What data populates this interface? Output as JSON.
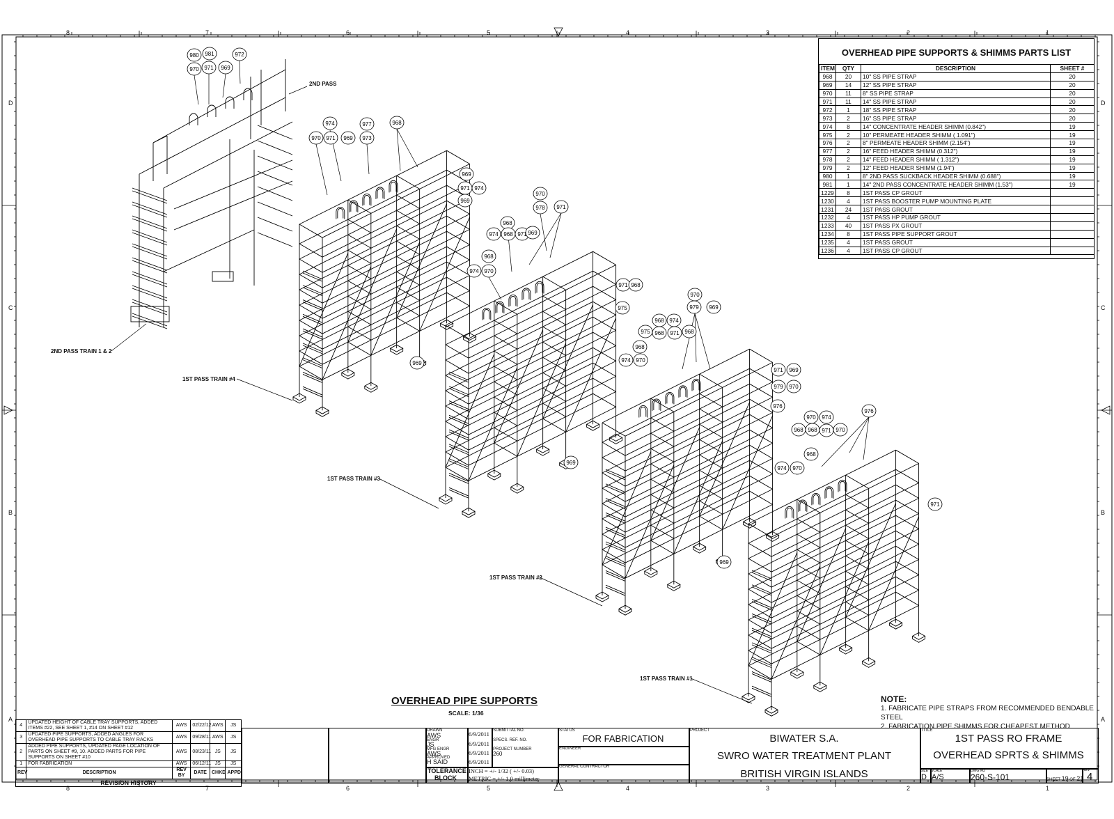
{
  "border": {
    "column_numbers": [
      "8",
      "7",
      "6",
      "5",
      "4",
      "3",
      "2",
      "1"
    ],
    "row_letters": [
      "D",
      "C",
      "B",
      "A"
    ]
  },
  "parts_list": {
    "title": "OVERHEAD PIPE SUPPORTS & SHIMMS PARTS LIST",
    "headers": [
      "ITEM",
      "QTY",
      "DESCRIPTION",
      "SHEET #"
    ],
    "rows": [
      [
        "968",
        "20",
        "10\" SS PIPE STRAP",
        "20"
      ],
      [
        "969",
        "14",
        "12\" SS PIPE STRAP",
        "20"
      ],
      [
        "970",
        "11",
        "8\" SS PIPE STRAP",
        "20"
      ],
      [
        "971",
        "11",
        "14\" SS PIPE STRAP",
        "20"
      ],
      [
        "972",
        "1",
        "18\" SS PIPE STRAP",
        "20"
      ],
      [
        "973",
        "2",
        "16\" SS PIPE STRAP",
        "20"
      ],
      [
        "974",
        "8",
        "14\" CONCENTRATE HEADER SHIMM (0.842\")",
        "19"
      ],
      [
        "975",
        "2",
        "10\" PERMEATE HEADER SHIMM ( 1.091\")",
        "19"
      ],
      [
        "976",
        "2",
        "8\" PERMEATE HEADER SHIMM (2.154\")",
        "19"
      ],
      [
        "977",
        "2",
        "16\" FEED HEADER SHIMM (0.312\")",
        "19"
      ],
      [
        "978",
        "2",
        "14\" FEED HEADER SHIMM ( 1.312\")",
        "19"
      ],
      [
        "979",
        "2",
        "12\" FEED HEADER SHIMM (1.94\")",
        "19"
      ],
      [
        "980",
        "1",
        "8\" 2ND PASS SUCKBACK HEADER SHIMM (0.688\")",
        "19"
      ],
      [
        "981",
        "1",
        "14\" 2ND PASS CONCENTRATE HEADER SHIMM (1.53\")",
        "19"
      ],
      [
        "1229",
        "8",
        "1ST PASS CP GROUT",
        ""
      ],
      [
        "1230",
        "4",
        "1ST PASS BOOSTER PUMP MOUNTING PLATE",
        ""
      ],
      [
        "1231",
        "24",
        "1ST PASS GROUT",
        ""
      ],
      [
        "1232",
        "4",
        "1ST PASS HP PUMP GROUT",
        ""
      ],
      [
        "1233",
        "40",
        "1ST PASS PX GROUT",
        ""
      ],
      [
        "1234",
        "8",
        "1ST PASS PIPE SUPPORT GROUT",
        ""
      ],
      [
        "1235",
        "4",
        "1ST PASS GROUT",
        ""
      ],
      [
        "1236",
        "4",
        "1ST PASS CP GROUT",
        ""
      ]
    ]
  },
  "drawing": {
    "title": "OVERHEAD PIPE SUPPORTS",
    "scale": "SCALE: 1/36",
    "labels": {
      "second_pass": "2ND PASS",
      "second_pass_train": "2ND PASS TRAIN 1 & 2",
      "train4": "1ST PASS TRAIN #4",
      "train3": "1ST PASS TRAIN #3",
      "train2": "1ST PASS TRAIN #2",
      "train1": "1ST PASS TRAIN #1"
    }
  },
  "notes": {
    "heading": "NOTE:",
    "items": [
      "1. FABRICATE PIPE STRAPS FROM RECOMMENDED BENDABLE STEEL",
      "2. FABRICATION PIPE SHIMMS FOR CHEAPEST METHOD"
    ]
  },
  "revisions": {
    "headers": [
      "REV",
      "DESCRIPTION",
      "REV BY",
      "DATE",
      "CHKD",
      "APPD"
    ],
    "rows": [
      [
        "4",
        "UPDATED HEIGHT OF CABLE TRAY SUPPORTS, ADDED ITEMS #22, SEE SHEET 1, #14 ON SHEET #12",
        "AWS",
        "02/22/12",
        "AWS",
        "JS"
      ],
      [
        "3",
        "UPDATED PIPE SUPPORTS, ADDED ANGLES FOR OVERHEAD PIPE SUPPORTS TO CABLE TRAY RACKS",
        "AWS",
        "09/28/11",
        "AWS",
        "JS"
      ],
      [
        "2",
        "ADDED PIPE SUPPORTS, UPDATED PAGE LOCATION OF PARTS ON SHEET #9, 10. ADDED PARTS FOR PIPE SUPPORTS ON SHEET #10",
        "AWS",
        "08/23/11",
        "JS",
        "JS"
      ],
      [
        "1",
        "FOR FABRICATION",
        "AWS",
        "06/12/11",
        "JS",
        "JS"
      ]
    ],
    "footer": "REVISION HISTORY"
  },
  "title_block": {
    "drawn_label": "DRAWN",
    "drawn_by": "AWS",
    "drawn_date": "6/9/2011",
    "engr_label": "ENGR",
    "engr_by": "JS",
    "engr_date": "6/9/2011",
    "mfg_label": "MFG ENGR",
    "mfg_by": "AWS",
    "mfg_date": "6/9/2011",
    "approved_label": "APPROVED",
    "approved_by": "H SAID",
    "approved_date": "6/9/2011",
    "submittal_label": "SUBMITTAL NO.",
    "specs_label": "SPECS. REF. NO.",
    "project_number_label": "PROJECT NUMBER",
    "project_number": "260",
    "tolerance_label_1": "TOLERANCE",
    "tolerance_label_2": "BLOCK",
    "tolerance_inch": "INCH = +/- 1/32 ( +/- 0.03)",
    "tolerance_metric": "METRIC = +/- 1.0 millimeter",
    "status_label": "STATUS",
    "status": "FOR FABRICATION",
    "engineer_label": "ENGINEER",
    "gc_label": "GENERAL CONTRACTOR",
    "project_label": "PROJECT",
    "project_line1": "BIWATER S.A.",
    "project_line2": "SWRO WATER TREATMENT PLANT",
    "project_line3": "BRITISH VIRGIN ISLANDS",
    "title_label": "TITLE",
    "title_line1": "1ST PASS RO FRAME",
    "title_line2": "OVERHEAD SPRTS & SHIMMS",
    "size_label": "SIZE",
    "size": "D",
    "scale_label": "SCALE",
    "scale": "A/S",
    "dwg_label": "DWG NO",
    "dwg_no": "260-S-101",
    "sheet_label": "SHEET",
    "sheet_no": "19",
    "of_label": "OF",
    "sheet_total": "21",
    "rev_label": "REV",
    "rev": "4"
  },
  "balloons": [
    "980",
    "981",
    "972",
    "970",
    "971",
    "969",
    "974",
    "977",
    "968",
    "970",
    "971",
    "969",
    "973",
    "969",
    "971",
    "974",
    "969",
    "970",
    "978",
    "971",
    "968",
    "974",
    "968",
    "971",
    "969",
    "968",
    "974",
    "970",
    "971",
    "968",
    "975",
    "969",
    "970",
    "979",
    "969",
    "968",
    "974",
    "975",
    "968",
    "971",
    "968",
    "968",
    "974",
    "970",
    "971",
    "969",
    "979",
    "970",
    "976",
    "969",
    "970",
    "974",
    "976",
    "968",
    "968",
    "971",
    "970",
    "968",
    "974",
    "970",
    "971",
    "969",
    "970"
  ]
}
